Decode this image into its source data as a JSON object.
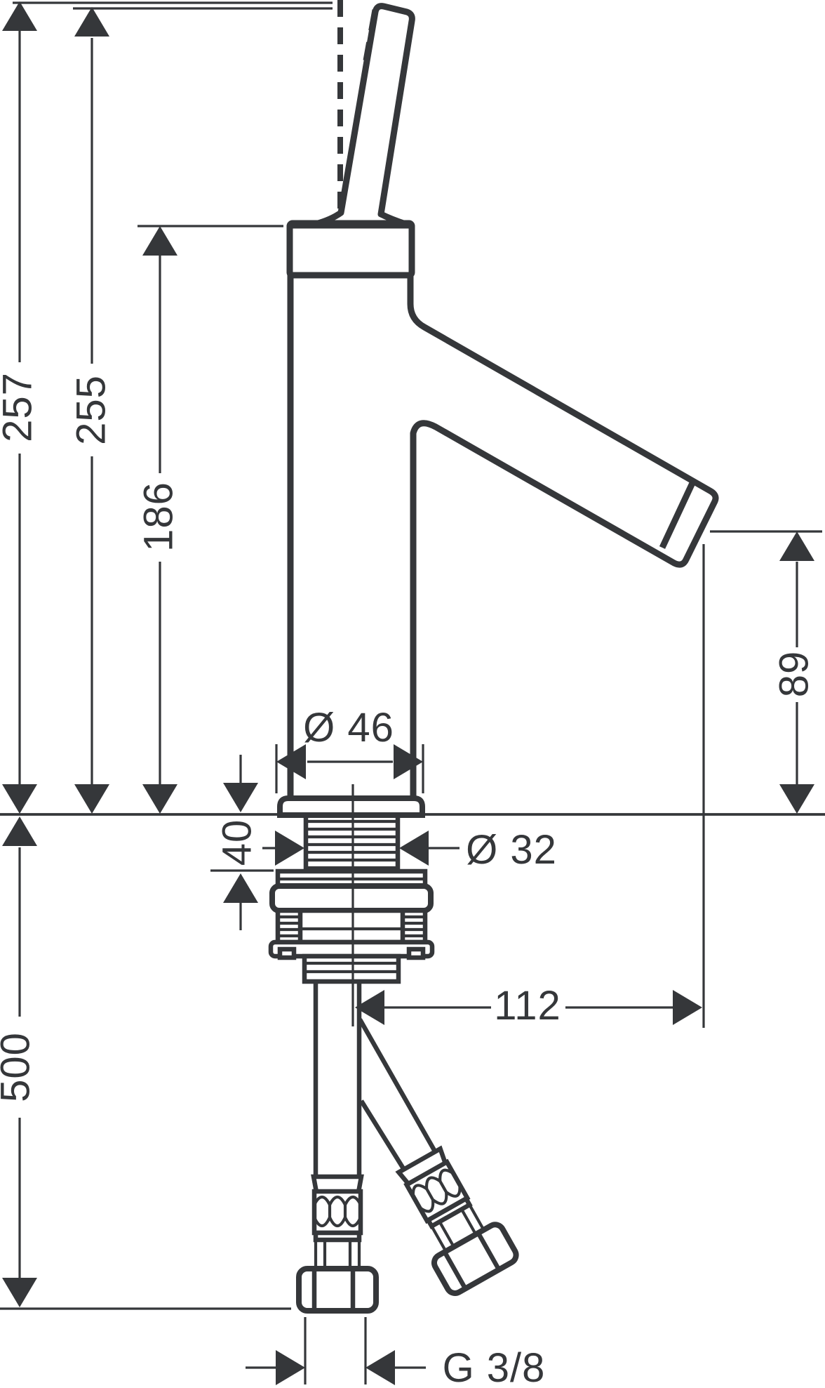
{
  "drawing": {
    "subject": "Single-lever basin mixer tap – dimensioned side elevation",
    "units": "mm",
    "background_color": "#ffffff",
    "line_color": "#35373a",
    "labels": {
      "total_height": "257",
      "lever_top_height": "255",
      "spout_base_height": "186",
      "spout_outlet_height": "89",
      "base_diameter": "Ø 46",
      "shank_diameter": "Ø 32",
      "max_mounting_thickness": "40",
      "spout_reach": "112",
      "hose_length": "500",
      "connection_thread": "G 3/8"
    }
  }
}
